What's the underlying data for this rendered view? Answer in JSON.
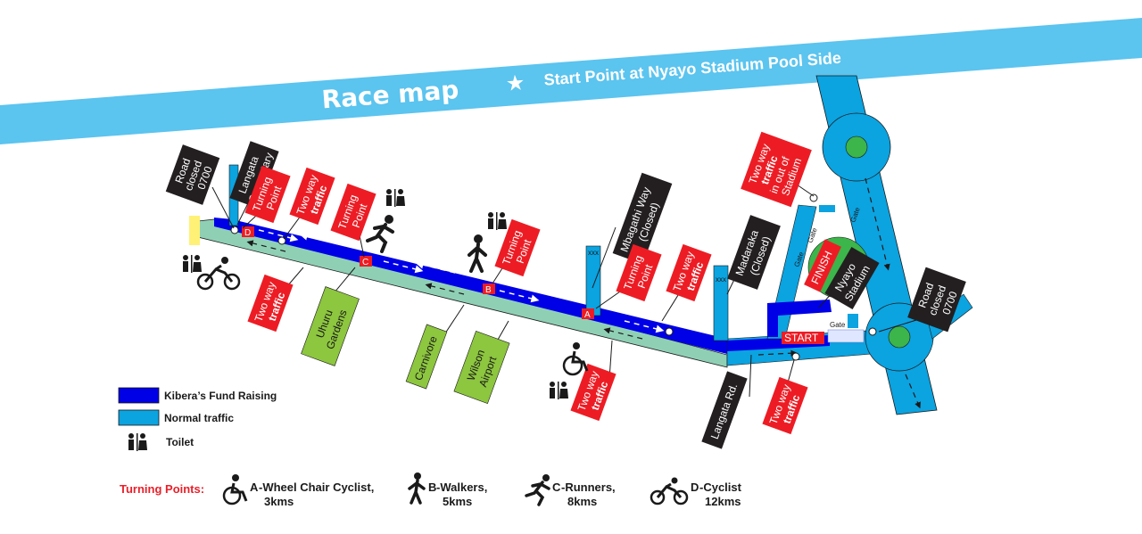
{
  "banner": {
    "title": "Race map",
    "subtitle": "Start Point at Nyayo Stadium Pool Side",
    "color": "#5bc4ef"
  },
  "colors": {
    "fund_route": "#0000e6",
    "normal_road": "#0ba3e0",
    "green_land": "#8dc63f",
    "red_label": "#ed1c24",
    "black_label": "#231f20"
  },
  "black_labels": {
    "road_closed_left": [
      "Road",
      "closed",
      "0700"
    ],
    "langata_cementary": [
      "Langata",
      "Cementary"
    ],
    "mbagathi": [
      "Mbagathi  Way",
      "(Closed)"
    ],
    "madaraka": [
      "Madaraka",
      "(Closed)"
    ],
    "nyayo": [
      "Nyayo",
      "Stadium"
    ],
    "road_closed_right": [
      "Road",
      "closed",
      "0700"
    ],
    "langata_rd": [
      "Langata Rd."
    ]
  },
  "red_labels": {
    "turning_point_d": [
      "Turning",
      "Point"
    ],
    "two_way_top_left": [
      "Two way",
      "traffic"
    ],
    "turning_point_c": [
      "Turning",
      "Point"
    ],
    "turning_point_b": [
      "Turning",
      "Point"
    ],
    "turning_point_a": [
      "Turning",
      "Point"
    ],
    "two_way_mid": [
      "Two way",
      "traffic"
    ],
    "two_way_bottom_left": [
      "Two way",
      "traffic"
    ],
    "two_way_bottom_mid": [
      "Two way",
      "traffic"
    ],
    "two_way_bottom_right": [
      "Two way",
      "traffic"
    ],
    "two_way_stadium": [
      "Two way",
      "traffic",
      "in out of",
      "Stadium"
    ],
    "finish": [
      "FINISH"
    ],
    "start": "START"
  },
  "green_labels": {
    "uhuru": [
      "Uhuru",
      "Gardens"
    ],
    "carnivore": [
      "Carnivore"
    ],
    "wilson": [
      "Wilson",
      "Airport"
    ]
  },
  "markers": {
    "a": "A",
    "b": "B",
    "c": "C",
    "d": "D"
  },
  "gates": [
    "Gate",
    "Gate",
    "Gate",
    "Gate"
  ],
  "legend": {
    "fund": "Kibera’s Fund Raising",
    "normal": "Normal traffic",
    "toilet": "Toilet"
  },
  "turning_points": {
    "title": "Turning Points:",
    "items": [
      {
        "letter": "A",
        "line1": "-Wheel Chair Cyclist,",
        "line2": "3kms",
        "icon": "wheelchair-icon"
      },
      {
        "letter": "B",
        "line1": "-Walkers,",
        "line2": "5kms",
        "icon": "walker-icon"
      },
      {
        "letter": "C",
        "line1": "-Runners,",
        "line2": "8kms",
        "icon": "runner-icon"
      },
      {
        "letter": "D",
        "line1": "-Cyclist",
        "line2": "12kms",
        "icon": "cyclist-icon"
      }
    ]
  },
  "misc": {
    "xxx": "xxx"
  }
}
